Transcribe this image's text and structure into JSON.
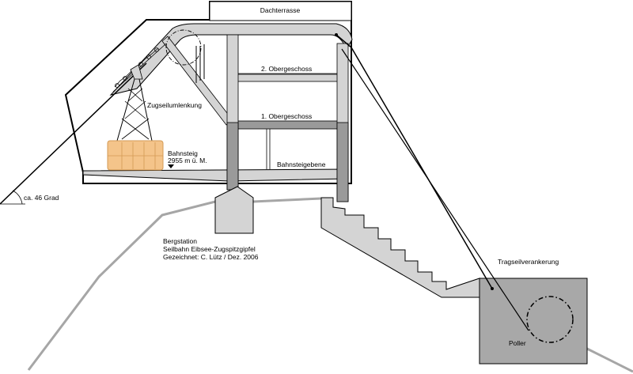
{
  "labels": {
    "roof_terrace": "Dachterrasse",
    "floor_2": "2. Obergeschoss",
    "floor_1": "1. Obergeschoss",
    "cable_deflection": "Zugseilumlenkung",
    "platform_line1": "Bahnsteig",
    "platform_line2": "2955 m ü. M.",
    "platform_level": "Bahnsteigebene",
    "angle": "ca. 46 Grad",
    "station_line1": "Bergstation",
    "station_line2": "Seilbahn Eibsee-Zugspitzgipfel",
    "station_line3": "Gezeichnet: C. Lütz / Dez. 2006",
    "anchorage": "Tragseilverankerung",
    "bollard": "Poller"
  },
  "colors": {
    "outline": "#000000",
    "concrete": "#d4d4d4",
    "concrete_dark": "#9a9a9a",
    "terrain": "#a6a6a6",
    "gondola": "#f4c48a",
    "gondola_stroke": "#d39a54"
  }
}
